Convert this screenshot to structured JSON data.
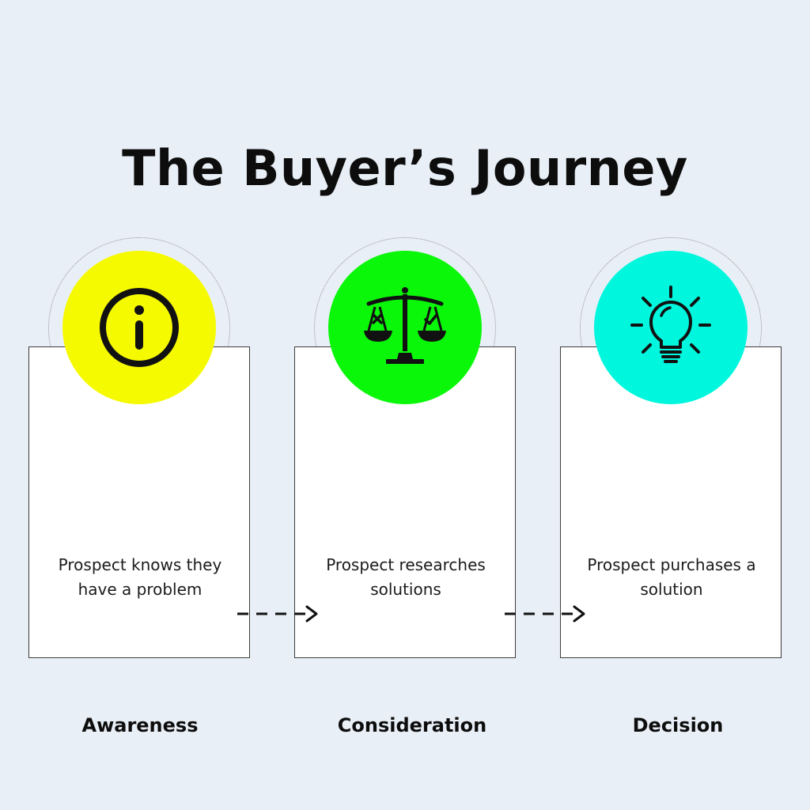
{
  "title": "The Buyer’s Journey",
  "stages": [
    {
      "label": "Awareness",
      "description": "Prospect knows they have a problem",
      "icon": "info-icon",
      "color": "#f6fa00"
    },
    {
      "label": "Consideration",
      "description": "Prospect researches solutions",
      "icon": "balance-scale-icon",
      "color": "#0af70a"
    },
    {
      "label": "Decision",
      "description": "Prospect purchases a solution",
      "icon": "lightbulb-icon",
      "color": "#00f7de"
    }
  ],
  "colors": {
    "background": "#e9eff6",
    "card": "#ffffff",
    "text": "#0d0d0d"
  }
}
